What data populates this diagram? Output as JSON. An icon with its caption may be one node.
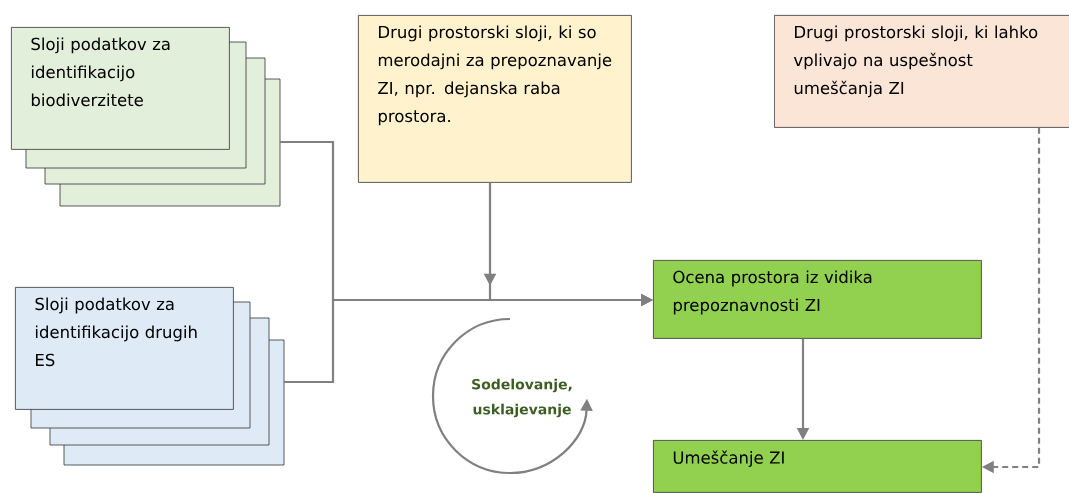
{
  "diagram": {
    "nodes": [
      {
        "text": [
          "Sloji podatkov za identifikacijo biodiverzitete"
        ]
      },
      {
        "text": [
          "Drugi prostorski sloji, ki so merodajni za prepoznavanje ZI, npr. dejanska raba prostora."
        ]
      },
      {
        "text": [
          "Drugi prostorski sloji, ki lahko vplivajo na uspešnost umeščanja ZI"
        ]
      },
      {
        "text": [
          "Sloji podatkov za identifikacijo drugih ES"
        ]
      },
      {
        "text": [
          "Ocena prostora iz vidika prepoznavnosti ZI"
        ]
      },
      {
        "text": [
          "Umeščanje ZI"
        ]
      }
    ],
    "edges": [
      {
        "from": 0,
        "to": 4,
        "arrow": "to"
      },
      {
        "from": 3,
        "to": 4,
        "arrow": "to"
      },
      {
        "from": 1,
        "to": 4,
        "arrow": "to"
      },
      {
        "from": 4,
        "to": 5,
        "arrow": "to"
      },
      {
        "from": 2,
        "to": 5,
        "arrow": "to",
        "style": "dashed"
      }
    ],
    "labels": [
      "Sodelovanje, usklajevanje"
    ]
  }
}
